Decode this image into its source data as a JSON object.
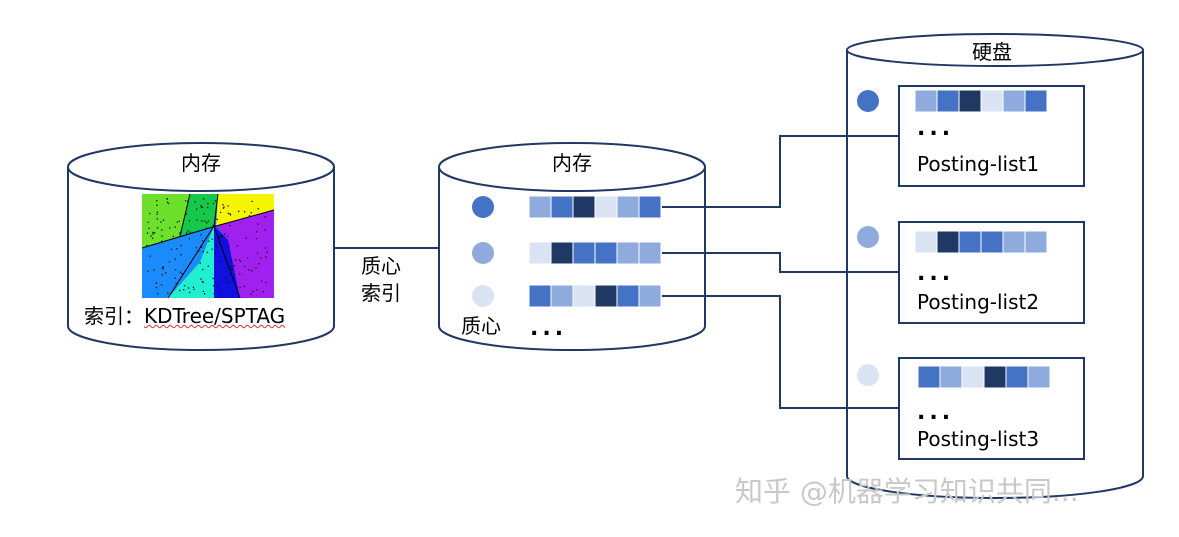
{
  "colors": {
    "outline": "#203864",
    "block_light": "#dae3f3",
    "block_mid": "#8faadc",
    "block_blue": "#4472c4",
    "block_dark": "#203864",
    "dot_dark": "#4472c4",
    "dot_mid": "#8faadc",
    "dot_light": "#dae3f3"
  },
  "left_store": {
    "title": "内存",
    "index_prefix": "索引：",
    "index_name": "KDTree/SPTAG",
    "kd_image": "kd-tree-partition-image"
  },
  "link_label": {
    "line1": "质心",
    "line2": "索引"
  },
  "middle_store": {
    "title": "内存",
    "centroid_label": "质心",
    "ellipsis": "...",
    "rows": [
      {
        "dot": "dark",
        "blocks": [
          "mid",
          "blue",
          "dark",
          "light",
          "mid",
          "blue"
        ]
      },
      {
        "dot": "mid",
        "blocks": [
          "light",
          "dark",
          "blue",
          "blue",
          "mid",
          "mid"
        ]
      },
      {
        "dot": "light",
        "blocks": [
          "blue",
          "mid",
          "light",
          "dark",
          "blue",
          "mid"
        ]
      }
    ]
  },
  "disk": {
    "title": "硬盘",
    "posting_lists": [
      {
        "dot": "dark",
        "blocks": [
          "mid",
          "blue",
          "dark",
          "light",
          "mid",
          "blue"
        ],
        "ellipsis": "...",
        "label": "Posting-list1"
      },
      {
        "dot": "mid",
        "blocks": [
          "light",
          "dark",
          "blue",
          "blue",
          "mid",
          "mid"
        ],
        "ellipsis": "...",
        "label": "Posting-list2"
      },
      {
        "dot": "light",
        "blocks": [
          "blue",
          "mid",
          "light",
          "dark",
          "blue",
          "mid"
        ],
        "ellipsis": "...",
        "label": "Posting-list3"
      }
    ]
  },
  "watermark": "知乎 @机器学习知识共同..."
}
